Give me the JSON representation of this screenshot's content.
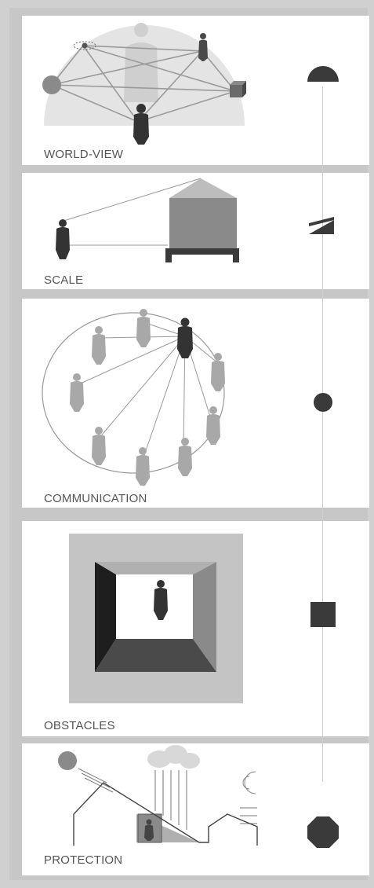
{
  "panels": [
    {
      "id": "world-view",
      "label": "WORLD-VIEW",
      "emblem": "half-circle-icon"
    },
    {
      "id": "scale",
      "label": "SCALE",
      "emblem": "wedge-icon"
    },
    {
      "id": "communication",
      "label": "COMMUNICATION",
      "emblem": "circle-icon"
    },
    {
      "id": "obstacles",
      "label": "OBSTACLES",
      "emblem": "square-icon"
    },
    {
      "id": "protection",
      "label": "PROTECTION",
      "emblem": "octagon-icon"
    }
  ],
  "colors": {
    "frame": "#c7c7c7",
    "panel": "#ffffff",
    "dark": "#3a3a3a",
    "mid": "#8a8a8a",
    "light": "#bdbdbd",
    "text": "#555555"
  }
}
